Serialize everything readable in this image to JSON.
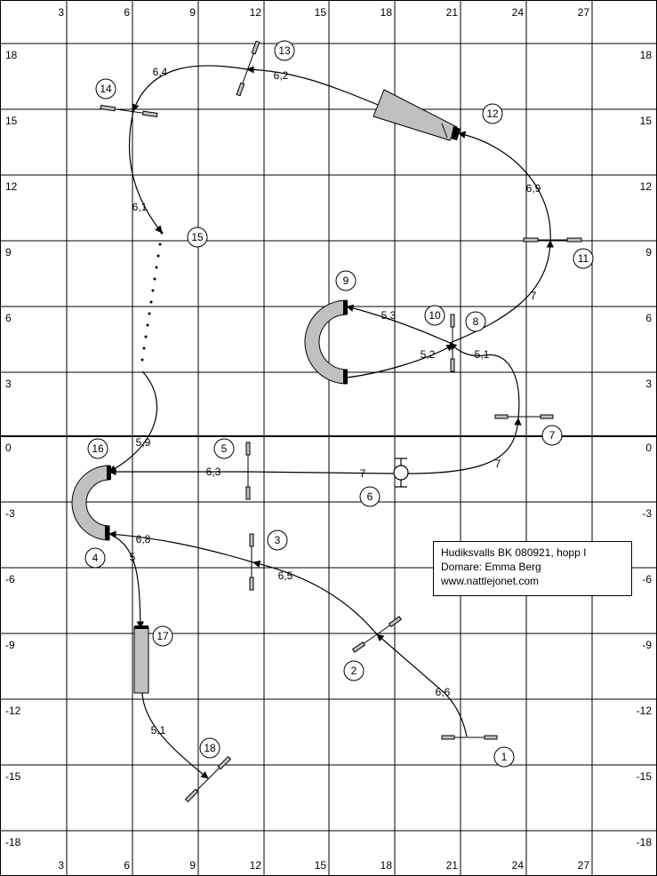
{
  "grid": {
    "x_ticks_top": [
      "3",
      "6",
      "9",
      "12",
      "15",
      "18",
      "21",
      "24",
      "27"
    ],
    "x_ticks_bottom": [
      "3",
      "6",
      "9",
      "12",
      "15",
      "18",
      "21",
      "24",
      "27"
    ],
    "y_ticks": [
      "18",
      "15",
      "12",
      "9",
      "6",
      "3",
      "0",
      "-3",
      "-6",
      "-9",
      "-12",
      "-15",
      "-18"
    ]
  },
  "obstacles": [
    "1",
    "2",
    "3",
    "4",
    "5",
    "6",
    "7",
    "8",
    "9",
    "10",
    "11",
    "12",
    "13",
    "14",
    "15",
    "16",
    "17",
    "18"
  ],
  "distances": [
    "6,6",
    "6,5",
    "6,8",
    "5",
    "6,3",
    "7",
    "7",
    "5,1",
    "5,2",
    "5,3",
    "7",
    "6,9",
    "6,2",
    "6,4",
    "6,1",
    "5,9",
    "5,1"
  ],
  "info": {
    "line1": "Hudiksvalls BK 080921, hopp I",
    "line2": "Domare: Emma Berg",
    "line3": "www.nattlejonet.com"
  },
  "colors": {
    "tunnel": "#c0c0c0",
    "bar": "#c0c0c0",
    "line": "#000000"
  }
}
